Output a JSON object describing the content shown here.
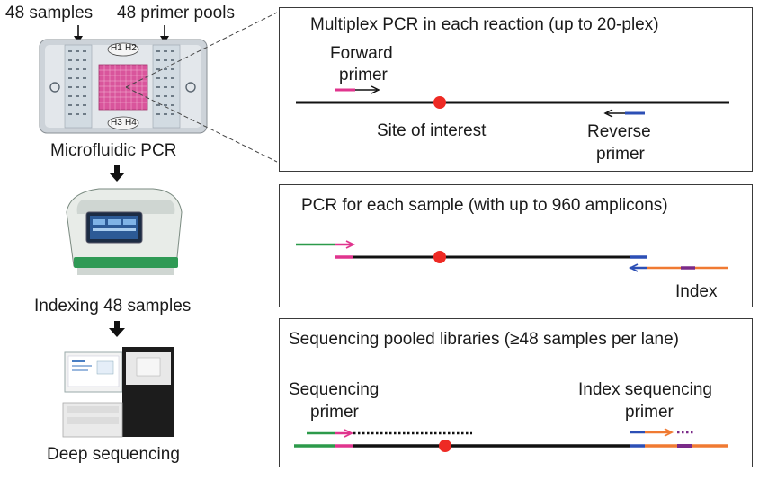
{
  "left": {
    "chip": {
      "samples_label": "48 samples",
      "pools_label": "48 primer pools",
      "wells": [
        "H1",
        "H2",
        "H3",
        "H4"
      ],
      "caption": "Microfluidic PCR"
    },
    "thermal_cycler": {
      "caption": "Indexing 48 samples"
    },
    "sequencer": {
      "caption": "Deep sequencing"
    }
  },
  "panels": {
    "multiplex": {
      "title": "Multiplex PCR in each reaction (up to 20-plex)",
      "forward_primer": [
        "Forward",
        "primer"
      ],
      "site": "Site of interest",
      "reverse_primer": [
        "Reverse",
        "primer"
      ]
    },
    "indexing": {
      "title": "PCR for each sample (with up to 960 amplicons)",
      "index_label": "Index"
    },
    "sequencing": {
      "title": "Sequencing pooled libraries (≥48 samples per lane)",
      "seq_primer": [
        "Sequencing",
        "primer"
      ],
      "index_seq_primer": [
        "Index sequencing",
        "primer"
      ]
    }
  },
  "colors": {
    "forward": "#e0348e",
    "reverse": "#2c4fb5",
    "site": "#ee2a24",
    "adapter_green": "#2c9a4a",
    "adapter_orange": "#f07a32",
    "index": "#7a2a88"
  }
}
